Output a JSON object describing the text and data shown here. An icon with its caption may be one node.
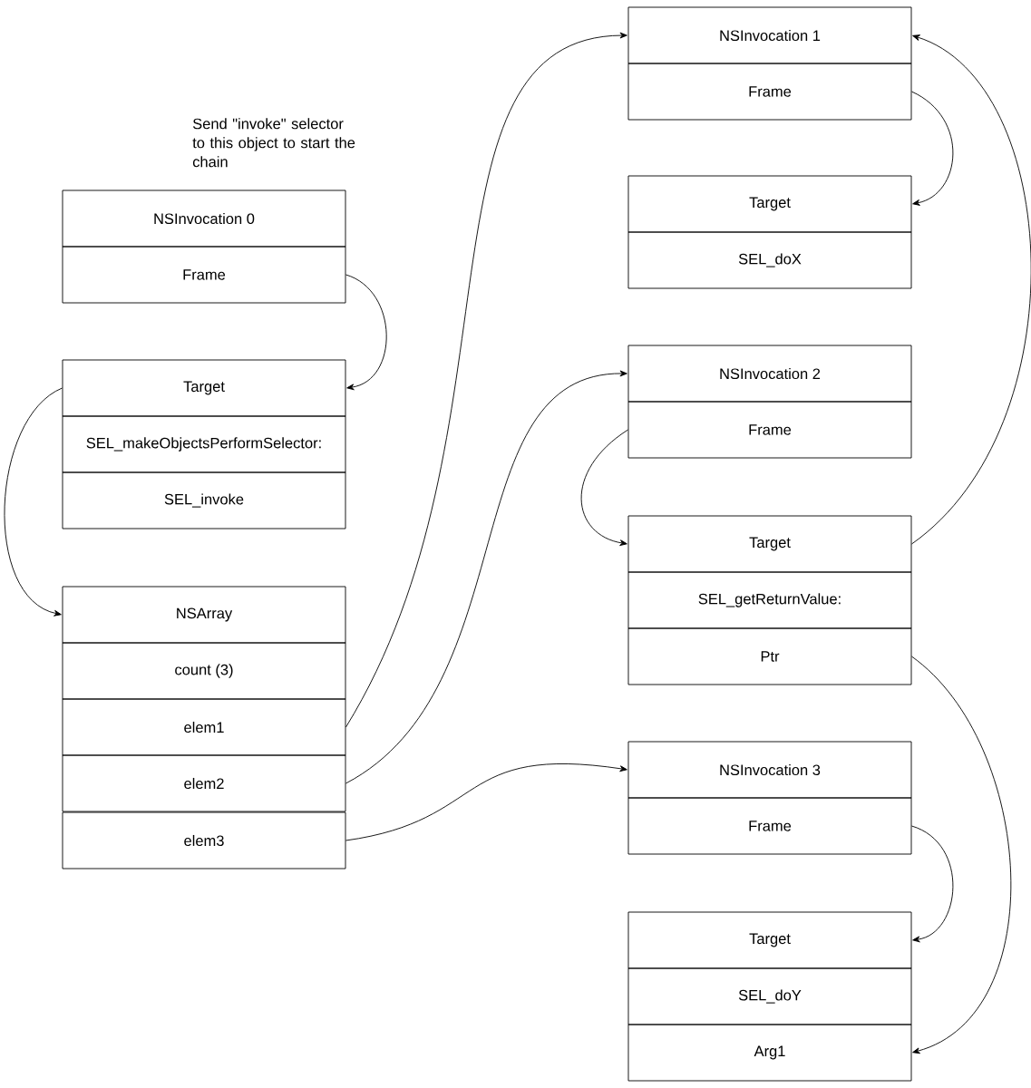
{
  "diagram": {
    "nodes": [
      {
        "text": [
          "NSInvocation 0"
        ]
      },
      {
        "text": [
          "Frame"
        ]
      },
      {
        "text": [
          "Target"
        ]
      },
      {
        "text": [
          "SEL_makeObjectsPerformSelector:"
        ]
      },
      {
        "text": [
          "SEL_invoke"
        ]
      },
      {
        "text": [
          "NSArray"
        ]
      },
      {
        "text": [
          "count (3)"
        ]
      },
      {
        "text": [
          "elem1"
        ]
      },
      {
        "text": [
          "elem2"
        ]
      },
      {
        "text": [
          "elem3"
        ]
      },
      {
        "text": [
          "NSInvocation 1"
        ]
      },
      {
        "text": [
          "Frame"
        ]
      },
      {
        "text": [
          "Target"
        ]
      },
      {
        "text": [
          "SEL_doX"
        ]
      },
      {
        "text": [
          "NSInvocation 2"
        ]
      },
      {
        "text": [
          "Frame"
        ]
      },
      {
        "text": [
          "Target"
        ]
      },
      {
        "text": [
          "SEL_getReturnValue:"
        ]
      },
      {
        "text": [
          "Ptr"
        ]
      },
      {
        "text": [
          "NSInvocation 3"
        ]
      },
      {
        "text": [
          "Frame"
        ]
      },
      {
        "text": [
          "Target"
        ]
      },
      {
        "text": [
          "SEL_doY"
        ]
      },
      {
        "text": [
          "Arg1"
        ]
      }
    ],
    "edges": [
      {
        "from": 1,
        "to": 2,
        "arrow": "to"
      },
      {
        "from": 2,
        "to": 5,
        "arrow": "to"
      },
      {
        "from": 7,
        "to": 10,
        "arrow": "to"
      },
      {
        "from": 8,
        "to": 14,
        "arrow": "to"
      },
      {
        "from": 9,
        "to": 19,
        "arrow": "to"
      },
      {
        "from": 11,
        "to": 12,
        "arrow": "to"
      },
      {
        "from": 15,
        "to": 16,
        "arrow": "to"
      },
      {
        "from": 16,
        "to": 10,
        "arrow": "to"
      },
      {
        "from": 18,
        "to": 23,
        "arrow": "to"
      },
      {
        "from": 20,
        "to": 21,
        "arrow": "to"
      }
    ],
    "labels": [
      "Send \"invoke\" selector to this object to start the chain"
    ]
  }
}
